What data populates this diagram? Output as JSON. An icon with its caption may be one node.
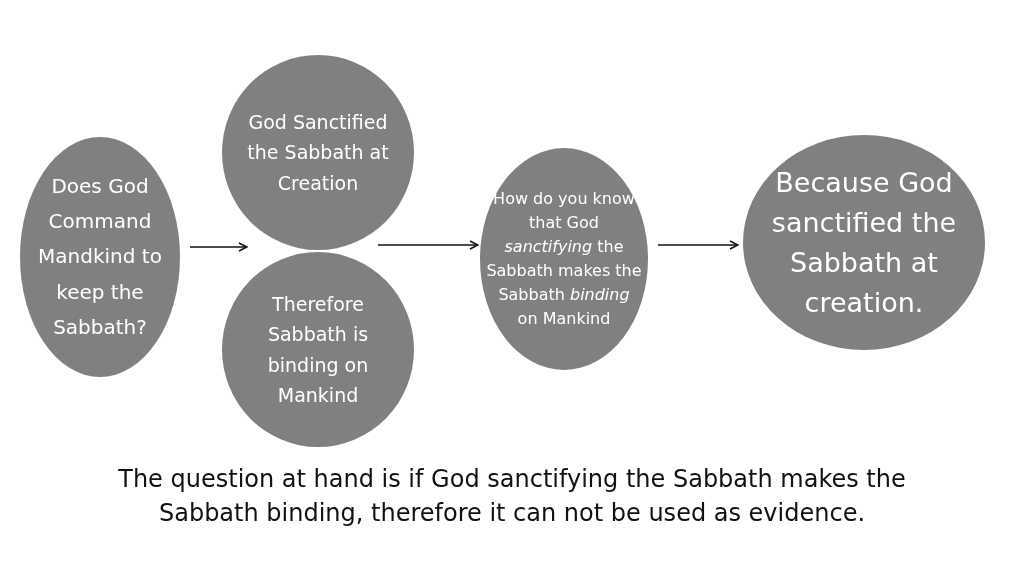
{
  "diagram": {
    "caption": "The question at hand is if God sanctifying the Sabbath makes the Sabbath binding, therefore it can not be used as evidence.",
    "nodes": [
      {
        "text": [
          "Does God Command Mandkind to keep the Sabbath?"
        ]
      },
      {
        "text": [
          "God Sanctified the Sabbath at Creation"
        ]
      },
      {
        "text": [
          "Therefore Sabbath is binding on Mankind"
        ]
      },
      {
        "text": [
          "How do you know that God *sanctifying* the Sabbath makes the Sabbath *binding* on Mankind"
        ]
      },
      {
        "text": [
          "Because God sanctified the Sabbath at creation."
        ]
      }
    ],
    "edges": [
      {
        "from": 0,
        "to": 1,
        "arrow": "to"
      },
      {
        "from": 1,
        "to": 3,
        "arrow": "to"
      },
      {
        "from": 3,
        "to": 4,
        "arrow": "to"
      }
    ]
  }
}
